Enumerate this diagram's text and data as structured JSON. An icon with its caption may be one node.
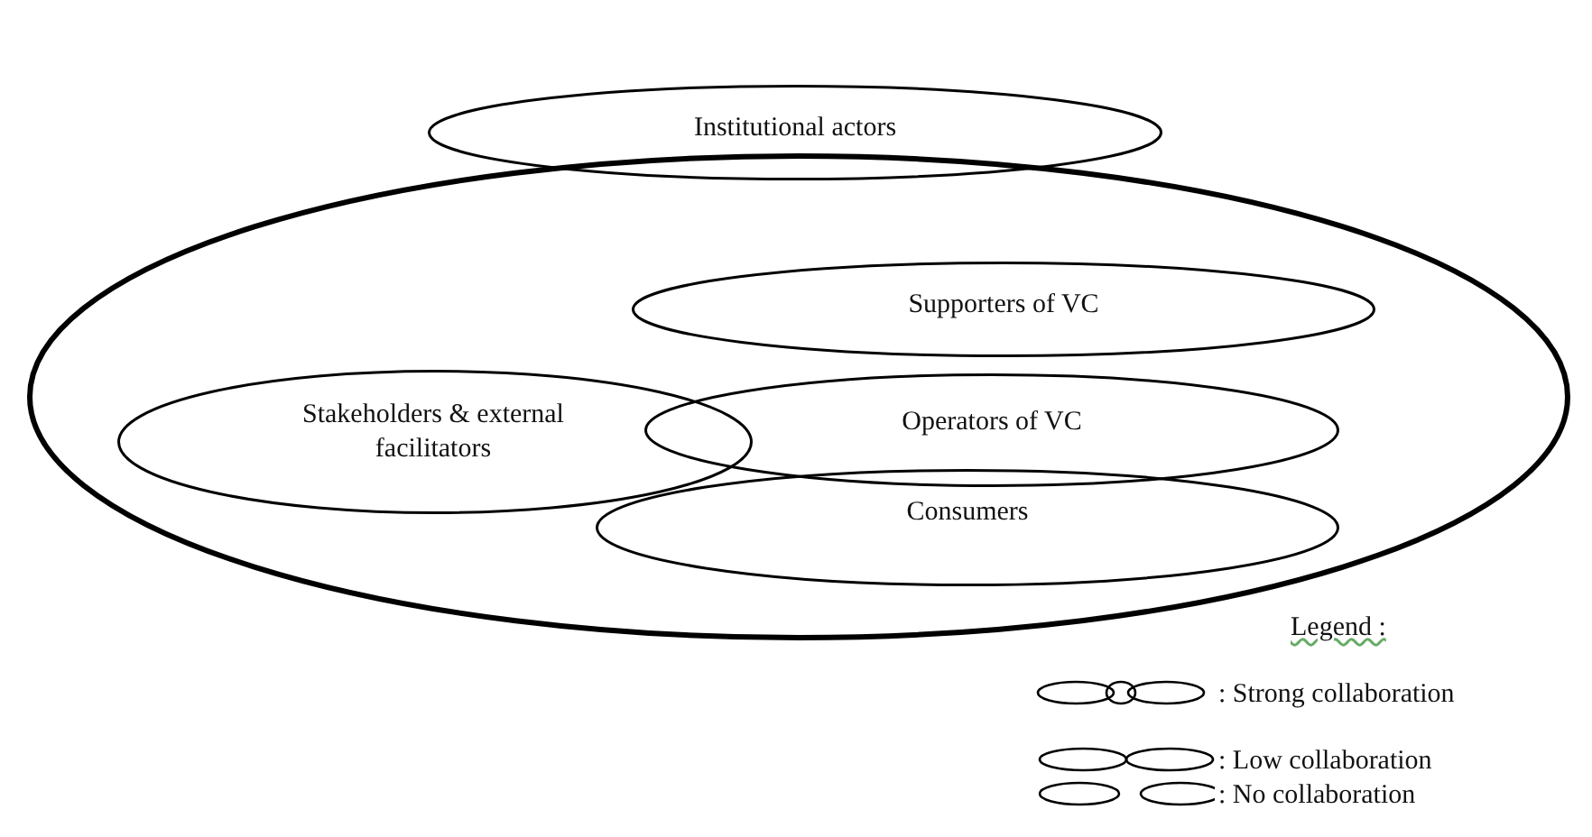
{
  "diagram": {
    "nodes": [
      {
        "text": [],
        "shape": "ellipse"
      },
      {
        "text": [
          "Institutional actors"
        ]
      },
      {
        "text": [
          "Supporters of VC"
        ],
        "in": 0
      },
      {
        "text": [
          "Stakeholders & external facilitators"
        ],
        "in": 0
      },
      {
        "text": [
          "Operators of VC"
        ],
        "in": 0
      },
      {
        "text": [
          "Consumers"
        ],
        "in": 0
      }
    ],
    "edges": [],
    "labels": [
      "Legend :"
    ],
    "legend": [
      {
        "text": ": Strong collaboration"
      },
      {
        "text": ": Low collaboration"
      },
      {
        "text": ": No collaboration"
      }
    ]
  }
}
